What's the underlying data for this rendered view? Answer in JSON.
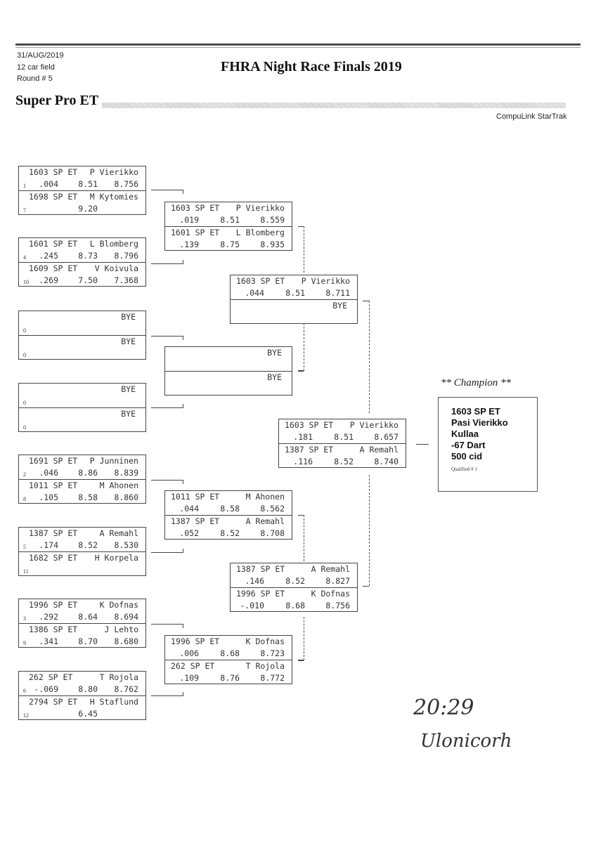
{
  "header": {
    "date": "31/AUG/2019",
    "field": "12 car field",
    "round": "Round # 5",
    "title": "FHRA Night Race Finals 2019",
    "class_name": "Super Pro ET",
    "software": "CompuLink StarTrak"
  },
  "round1": [
    {
      "top": {
        "car": "1603 SP ET",
        "name": "P Vierikko",
        "seed": "1",
        "rt": ".004",
        "dial": "8.51",
        "et": "8.756"
      },
      "bottom": {
        "car": "1698 SP ET",
        "name": "M Kytomies",
        "seed": "7",
        "rt": "",
        "dial": "9.20",
        "et": ""
      }
    },
    {
      "top": {
        "car": "1601 SP ET",
        "name": "L Blomberg",
        "seed": "4",
        "rt": ".245",
        "dial": "8.73",
        "et": "8.796"
      },
      "bottom": {
        "car": "1609 SP ET",
        "name": "V Koivula",
        "seed": "10",
        "rt": ".269",
        "dial": "7.50",
        "et": "7.368"
      }
    },
    {
      "top": {
        "car": "",
        "name": "BYE",
        "seed": "0",
        "rt": "",
        "dial": "",
        "et": ""
      },
      "bottom": {
        "car": "",
        "name": "BYE",
        "seed": "0",
        "rt": "",
        "dial": "",
        "et": ""
      }
    },
    {
      "top": {
        "car": "",
        "name": "BYE",
        "seed": "0",
        "rt": "",
        "dial": "",
        "et": ""
      },
      "bottom": {
        "car": "",
        "name": "BYE",
        "seed": "0",
        "rt": "",
        "dial": "",
        "et": ""
      }
    },
    {
      "top": {
        "car": "1691 SP ET",
        "name": "P Junninen",
        "seed": "2",
        "rt": ".046",
        "dial": "8.86",
        "et": "8.839"
      },
      "bottom": {
        "car": "1011 SP ET",
        "name": "M Ahonen",
        "seed": "8",
        "rt": ".105",
        "dial": "8.58",
        "et": "8.860"
      }
    },
    {
      "top": {
        "car": "1387 SP ET",
        "name": "A Remahl",
        "seed": "5",
        "rt": ".174",
        "dial": "8.52",
        "et": "8.530"
      },
      "bottom": {
        "car": "1682 SP ET",
        "name": "H Korpela",
        "seed": "11",
        "rt": "",
        "dial": "",
        "et": ""
      }
    },
    {
      "top": {
        "car": "1996 SP ET",
        "name": "K Dofnas",
        "seed": "3",
        "rt": ".292",
        "dial": "8.64",
        "et": "8.694"
      },
      "bottom": {
        "car": "1386 SP ET",
        "name": "J Lehto",
        "seed": "9",
        "rt": ".341",
        "dial": "8.70",
        "et": "8.680"
      }
    },
    {
      "top": {
        "car": "262 SP ET",
        "name": "T Rojola",
        "seed": "6",
        "rt": "-.069",
        "dial": "8.80",
        "et": "8.762"
      },
      "bottom": {
        "car": "2794 SP ET",
        "name": "H Staflund",
        "seed": "12",
        "rt": "",
        "dial": "6.45",
        "et": ""
      }
    }
  ],
  "round2": [
    {
      "top": {
        "car": "1603 SP ET",
        "name": "P Vierikko",
        "rt": ".019",
        "dial": "8.51",
        "et": "8.559"
      },
      "bottom": {
        "car": "1601 SP ET",
        "name": "L Blomberg",
        "rt": ".139",
        "dial": "8.75",
        "et": "8.935"
      }
    },
    {
      "top": {
        "car": "",
        "name": "BYE",
        "rt": "",
        "dial": "",
        "et": ""
      },
      "bottom": {
        "car": "",
        "name": "BYE",
        "rt": "",
        "dial": "",
        "et": ""
      }
    },
    {
      "top": {
        "car": "1011 SP ET",
        "name": "M Ahonen",
        "rt": ".044",
        "dial": "8.58",
        "et": "8.562"
      },
      "bottom": {
        "car": "1387 SP ET",
        "name": "A Remahl",
        "rt": ".052",
        "dial": "8.52",
        "et": "8.708"
      }
    },
    {
      "top": {
        "car": "1996 SP ET",
        "name": "K Dofnas",
        "rt": ".006",
        "dial": "8.68",
        "et": "8.723"
      },
      "bottom": {
        "car": "262 SP ET",
        "name": "T Rojola",
        "rt": ".109",
        "dial": "8.76",
        "et": "8.772"
      }
    }
  ],
  "round3": [
    {
      "top": {
        "car": "1603 SP ET",
        "name": "P Vierikko",
        "rt": ".044",
        "dial": "8.51",
        "et": "8.711"
      },
      "bottom": {
        "car": "",
        "name": "BYE",
        "rt": "",
        "dial": "",
        "et": ""
      }
    },
    {
      "top": {
        "car": "1387 SP ET",
        "name": "A Remahl",
        "rt": ".146",
        "dial": "8.52",
        "et": "8.827"
      },
      "bottom": {
        "car": "1996 SP ET",
        "name": "K Dofnas",
        "rt": "-.010",
        "dial": "8.68",
        "et": "8.756"
      }
    }
  ],
  "final": {
    "top": {
      "car": "1603 SP ET",
      "name": "P Vierikko",
      "rt": ".181",
      "dial": "8.51",
      "et": "8.657"
    },
    "bottom": {
      "car": "1387 SP ET",
      "name": "A Remahl",
      "rt": ".116",
      "dial": "8.52",
      "et": "8.740"
    }
  },
  "champion": {
    "label": "** Champion **",
    "car": "1603  SP ET",
    "driver": "Pasi Vierikko",
    "town": "Kullaa",
    "vehicle": "-67 Dart",
    "engine": "500 cid",
    "qualified": "Qualified # 1"
  },
  "handwriting": {
    "time": "20:29",
    "signature": "Ulonicorh"
  }
}
